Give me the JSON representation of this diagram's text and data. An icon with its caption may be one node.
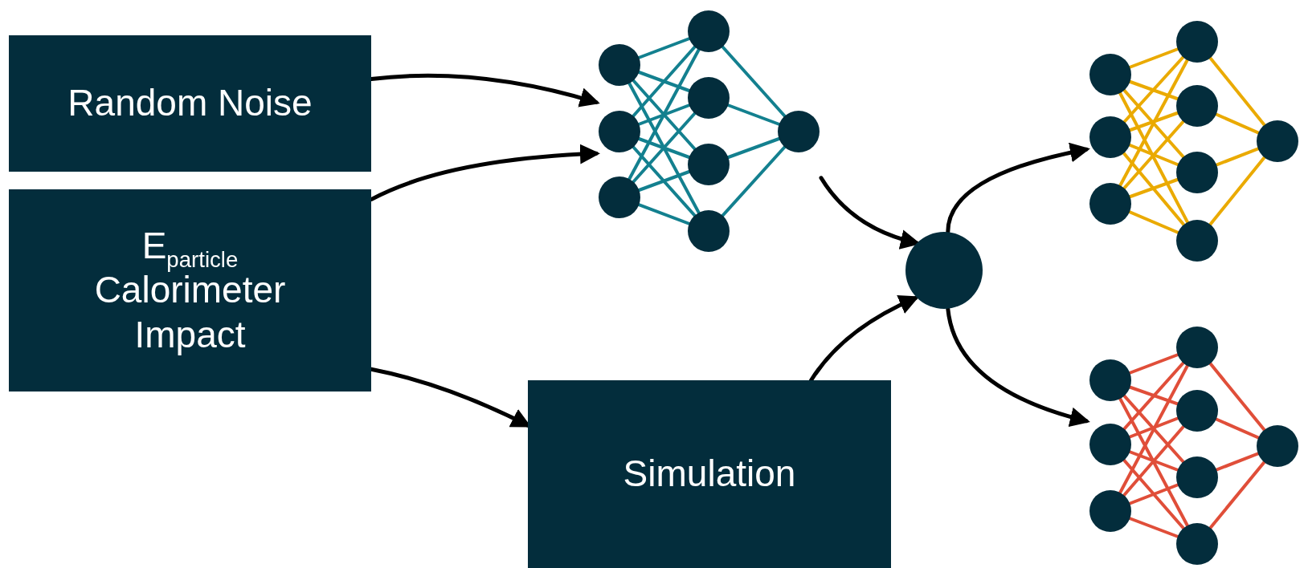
{
  "diagram": {
    "nodes": [
      {
        "text": [
          "Random Noise"
        ]
      },
      {
        "text": [
          "E$_{particle}$ Calorimeter Impact"
        ]
      },
      {
        "text": [],
        "shape": "picture"
      },
      {
        "text": [
          "Simulation"
        ]
      },
      {
        "text": [],
        "shape": "circle"
      },
      {
        "text": [],
        "shape": "picture"
      },
      {
        "text": [],
        "shape": "picture"
      }
    ],
    "edges": [
      {
        "from": 0,
        "to": 2,
        "arrow": "to"
      },
      {
        "from": 1,
        "to": 2,
        "arrow": "to"
      },
      {
        "from": 1,
        "to": 3,
        "arrow": "to"
      },
      {
        "from": 2,
        "to": 4,
        "arrow": "to"
      },
      {
        "from": 3,
        "to": 4,
        "arrow": "to"
      },
      {
        "from": 4,
        "to": 5,
        "arrow": "to"
      },
      {
        "from": 4,
        "to": 6,
        "arrow": "to"
      }
    ]
  }
}
